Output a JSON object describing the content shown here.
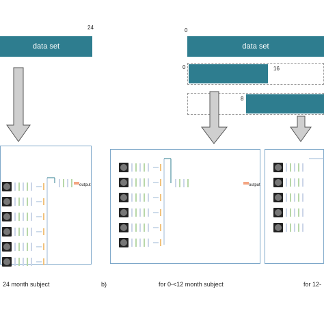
{
  "left": {
    "dataset_label": "data set",
    "end_number": "24",
    "caption": "24 month subject"
  },
  "right": {
    "dataset_label": "data set",
    "start_number": "0",
    "sub1_start": "0",
    "sub1_end": "16",
    "sub2_start": "8",
    "caption_b_label": "b)",
    "caption_mid": "for 0-<12 month subject",
    "caption_right": "for 12-"
  },
  "network": {
    "output_label": "output"
  },
  "colors": {
    "bar": "#2e7d8f",
    "arrow_fill": "#cfcfcf",
    "arrow_stroke": "#555555",
    "panel_border": "#7da7c9",
    "output_line": "#f4a582"
  }
}
